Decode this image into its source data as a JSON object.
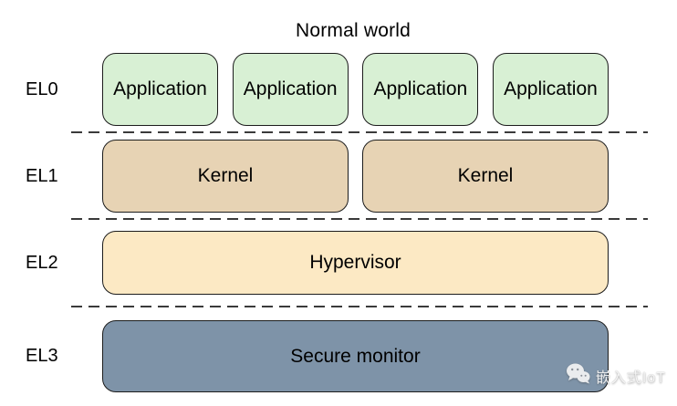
{
  "title": "Normal world",
  "colors": {
    "application_fill": "#d8f0d4",
    "kernel_fill": "#e7d3b4",
    "hypervisor_fill": "#fce9c4",
    "secure_monitor_fill": "#7e93a8",
    "box_border": "#1c1c1c",
    "divider": "#3a3a3a",
    "text": "#000000",
    "watermark_text": "#f4f4f4"
  },
  "levels": [
    {
      "label": "EL0",
      "boxes": [
        "Application",
        "Application",
        "Application",
        "Application"
      ]
    },
    {
      "label": "EL1",
      "boxes": [
        "Kernel",
        "Kernel"
      ]
    },
    {
      "label": "EL2",
      "boxes": [
        "Hypervisor"
      ]
    },
    {
      "label": "EL3",
      "boxes": [
        "Secure monitor"
      ]
    }
  ],
  "watermark": {
    "icon": "wechat-icon",
    "text": "嵌入式IoT"
  }
}
